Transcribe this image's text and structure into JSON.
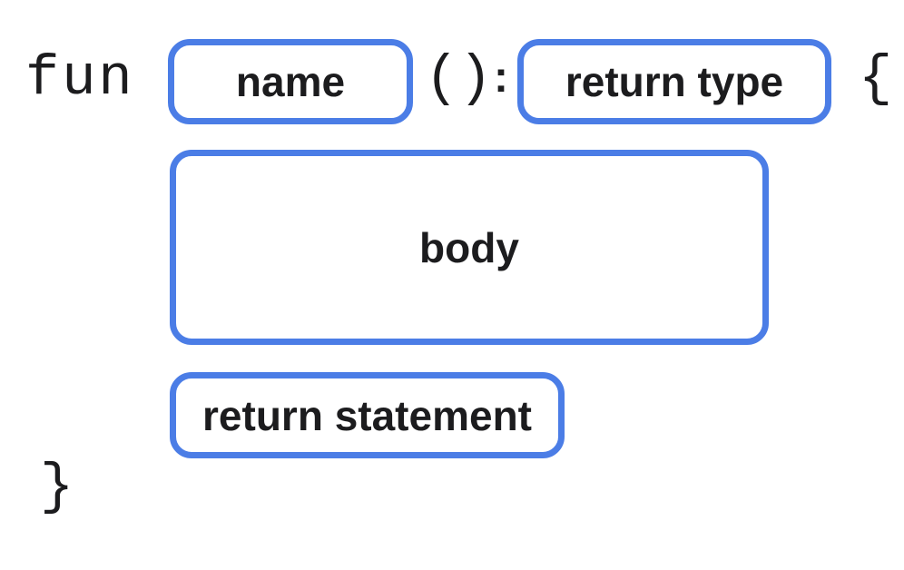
{
  "syntax": {
    "keyword": "fun",
    "parens": "()",
    "colon": ":",
    "brace_open": "{",
    "brace_close": "}"
  },
  "placeholders": {
    "name": "name",
    "return_type": "return type",
    "body": "body",
    "return_statement": "return statement"
  },
  "colors": {
    "box_border": "#4b7de6",
    "text": "#1c1c1e",
    "background": "#ffffff"
  }
}
